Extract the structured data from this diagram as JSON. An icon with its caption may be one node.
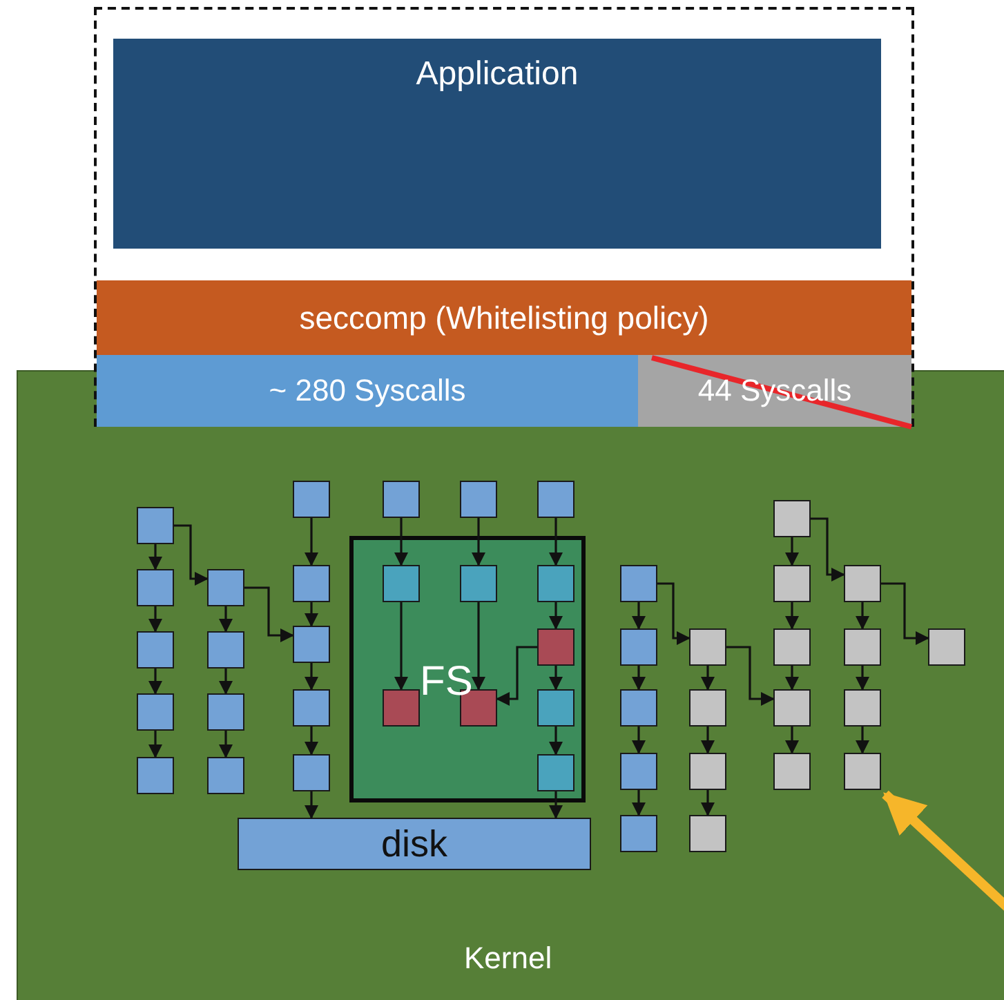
{
  "diagram": {
    "nodes": [
      {
        "text": [],
        "shape": "box"
      },
      {
        "text": [
          "Application"
        ],
        "in": 0
      },
      {
        "text": [
          "seccomp (Whitelisting policy)"
        ],
        "in": 0
      },
      {
        "text": [
          "~ 280 Syscalls"
        ],
        "in": 0
      },
      {
        "text": [
          "44 Syscalls"
        ],
        "in": 0
      },
      {
        "text": [
          "Kernel"
        ]
      },
      {
        "text": [
          "FS"
        ],
        "in": 5
      },
      {
        "text": [
          "disk"
        ],
        "in": 5
      },
      {
        "text": [],
        "shape": "box",
        "in": 5
      },
      {
        "text": [],
        "shape": "box",
        "in": 5
      },
      {
        "text": [],
        "shape": "box",
        "in": 5
      },
      {
        "text": [],
        "shape": "box",
        "in": 5
      },
      {
        "text": [],
        "shape": "box",
        "in": 5
      },
      {
        "text": [],
        "shape": "box",
        "in": 5
      },
      {
        "text": [],
        "shape": "box",
        "in": 5
      },
      {
        "text": [],
        "shape": "box",
        "in": 5
      },
      {
        "text": [],
        "shape": "box",
        "in": 5
      },
      {
        "text": [],
        "shape": "box",
        "in": 5
      },
      {
        "text": [],
        "shape": "box",
        "in": 5
      },
      {
        "text": [],
        "shape": "box",
        "in": 5
      },
      {
        "text": [],
        "shape": "box",
        "in": 5
      },
      {
        "text": [],
        "shape": "box",
        "in": 5
      },
      {
        "text": [],
        "shape": "box",
        "in": 5
      },
      {
        "text": [],
        "shape": "box",
        "in": 5
      },
      {
        "text": [],
        "shape": "box",
        "in": 5
      },
      {
        "text": [],
        "shape": "box",
        "in": 6
      },
      {
        "text": [],
        "shape": "box",
        "in": 6
      },
      {
        "text": [],
        "shape": "box",
        "in": 6
      },
      {
        "text": [],
        "shape": "box",
        "in": 6
      },
      {
        "text": [],
        "shape": "box",
        "in": 6
      },
      {
        "text": [],
        "shape": "box",
        "in": 6
      },
      {
        "text": [],
        "shape": "box",
        "in": 6
      },
      {
        "text": [],
        "shape": "box",
        "in": 6
      },
      {
        "text": [],
        "shape": "box",
        "in": 5
      },
      {
        "text": [],
        "shape": "box",
        "in": 5
      },
      {
        "text": [],
        "shape": "box",
        "in": 5
      },
      {
        "text": [],
        "shape": "box",
        "in": 5
      },
      {
        "text": [],
        "shape": "box",
        "in": 5
      },
      {
        "text": [],
        "shape": "box",
        "in": 5
      },
      {
        "text": [],
        "shape": "box",
        "in": 5
      },
      {
        "text": [],
        "shape": "box",
        "in": 5
      },
      {
        "text": [],
        "shape": "box",
        "in": 5
      },
      {
        "text": [],
        "shape": "box",
        "in": 5
      },
      {
        "text": [],
        "shape": "box",
        "in": 5
      },
      {
        "text": [],
        "shape": "box",
        "in": 5
      },
      {
        "text": [],
        "shape": "box",
        "in": 5
      },
      {
        "text": [],
        "shape": "box",
        "in": 5
      },
      {
        "text": [],
        "shape": "box",
        "in": 5
      },
      {
        "text": [],
        "shape": "box",
        "in": 5
      },
      {
        "text": [],
        "shape": "box",
        "in": 5
      },
      {
        "text": [],
        "shape": "box",
        "in": 5
      },
      {
        "text": [],
        "shape": "box",
        "in": 5
      }
    ],
    "edges": [
      {
        "from": 8,
        "to": 9,
        "arrow": "to"
      },
      {
        "from": 9,
        "to": 10,
        "arrow": "to"
      },
      {
        "from": 10,
        "to": 11,
        "arrow": "to"
      },
      {
        "from": 11,
        "to": 12,
        "arrow": "to"
      },
      {
        "from": 8,
        "to": 13,
        "arrow": "to"
      },
      {
        "from": 13,
        "to": 14,
        "arrow": "to"
      },
      {
        "from": 14,
        "to": 15,
        "arrow": "to"
      },
      {
        "from": 15,
        "to": 16,
        "arrow": "to"
      },
      {
        "from": 17,
        "to": 18,
        "arrow": "to"
      },
      {
        "from": 18,
        "to": 19,
        "arrow": "to"
      },
      {
        "from": 19,
        "to": 20,
        "arrow": "to"
      },
      {
        "from": 20,
        "to": 21,
        "arrow": "to"
      },
      {
        "from": 13,
        "to": 19,
        "arrow": "to"
      },
      {
        "from": 21,
        "to": 7,
        "arrow": "to"
      },
      {
        "from": 22,
        "to": 25,
        "arrow": "to"
      },
      {
        "from": 23,
        "to": 26,
        "arrow": "to"
      },
      {
        "from": 24,
        "to": 27,
        "arrow": "to"
      },
      {
        "from": 25,
        "to": 28,
        "arrow": "to"
      },
      {
        "from": 26,
        "to": 29,
        "arrow": "to"
      },
      {
        "from": 27,
        "to": 30,
        "arrow": "to"
      },
      {
        "from": 30,
        "to": 29,
        "arrow": "to"
      },
      {
        "from": 30,
        "to": 31,
        "arrow": "to"
      },
      {
        "from": 31,
        "to": 32,
        "arrow": "to"
      },
      {
        "from": 32,
        "to": 7,
        "arrow": "to"
      },
      {
        "from": 33,
        "to": 34,
        "arrow": "to"
      },
      {
        "from": 34,
        "to": 35,
        "arrow": "to"
      },
      {
        "from": 35,
        "to": 36,
        "arrow": "to"
      },
      {
        "from": 36,
        "to": 37,
        "arrow": "to"
      },
      {
        "from": 33,
        "to": 38,
        "arrow": "to"
      },
      {
        "from": 38,
        "to": 39,
        "arrow": "to"
      },
      {
        "from": 39,
        "to": 40,
        "arrow": "to"
      },
      {
        "from": 40,
        "to": 41,
        "arrow": "to"
      },
      {
        "from": 38,
        "to": 45,
        "arrow": "to"
      },
      {
        "from": 42,
        "to": 43,
        "arrow": "to"
      },
      {
        "from": 43,
        "to": 44,
        "arrow": "to"
      },
      {
        "from": 44,
        "to": 45,
        "arrow": "to"
      },
      {
        "from": 45,
        "to": 46,
        "arrow": "to"
      },
      {
        "from": 42,
        "to": 47,
        "arrow": "to"
      },
      {
        "from": 47,
        "to": 48,
        "arrow": "to"
      },
      {
        "from": 48,
        "to": 49,
        "arrow": "to"
      },
      {
        "from": 49,
        "to": 50,
        "arrow": "to"
      },
      {
        "from": 47,
        "to": 51,
        "arrow": "to"
      },
      {
        "from": null,
        "to": 50,
        "arrow": "to",
        "style": "thick",
        "color": "#f6b62a"
      }
    ]
  }
}
